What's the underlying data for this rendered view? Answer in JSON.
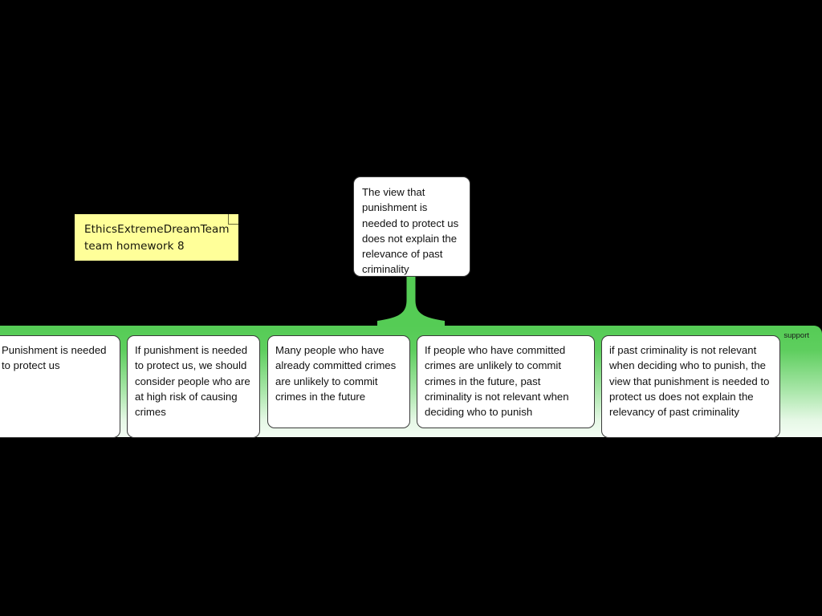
{
  "sticky_note": {
    "line1": "EthicsExtremeDreamTeam",
    "line2": "team homework 8",
    "color": "#ffff99"
  },
  "main_claim": {
    "text": "The view that punishment is needed to protect us does not explain the relevance of past criminality"
  },
  "support_band": {
    "label": "support",
    "color_top": "#55cc55",
    "color_bottom": "#f4fdf4"
  },
  "reasons": [
    {
      "text": "Punishment is needed to protect us"
    },
    {
      "text": "If punishment is needed to protect us, we should consider people who are at high risk of causing crimes"
    },
    {
      "text": "Many people who have already committed crimes are unlikely to commit crimes in the future"
    },
    {
      "text": "If people who have committed crimes are unlikely to commit crimes in the future, past criminality is not relevant when deciding who to punish"
    },
    {
      "text": "if past criminality is not relevant when deciding who to punish, the view that punishment is needed to protect us does not explain the relevancy of past criminality"
    }
  ]
}
